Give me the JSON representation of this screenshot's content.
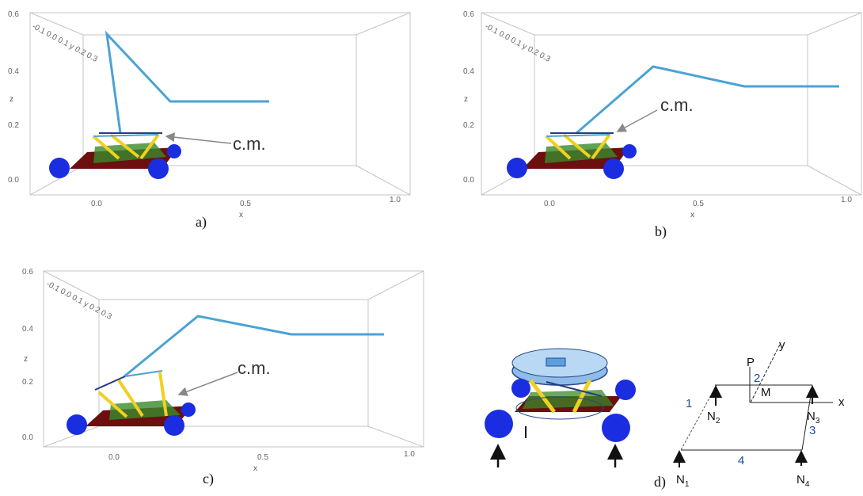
{
  "panels": [
    {
      "id": "a",
      "caption": "a)",
      "z_ticks": [
        "0.6",
        "0.4",
        "0.2",
        "0.0"
      ],
      "x_ticks": [
        "0.0",
        "0.5",
        "1.0"
      ],
      "x_axis_label": "x",
      "z_axis_label": "z",
      "y_ticks_label": "-0.1 0.0 0.1 y 0.2 0.3",
      "cm_label": "c.m."
    },
    {
      "id": "b",
      "caption": "b)",
      "z_ticks": [
        "0.6",
        "0.4",
        "0.2",
        "0.0"
      ],
      "x_ticks": [
        "0.0",
        "0.5",
        "1.0"
      ],
      "x_axis_label": "x",
      "z_axis_label": "z",
      "y_ticks_label": "-0.1 0.0 0.1 y 0.2 0.3",
      "cm_label": "c.m."
    },
    {
      "id": "c",
      "caption": "c)",
      "z_ticks": [
        "0.6",
        "0.4",
        "0.2",
        "0.0"
      ],
      "x_ticks": [
        "0.0",
        "0.5",
        "1.0"
      ],
      "x_axis_label": "x",
      "z_axis_label": "z",
      "y_ticks_label": "-0.1 0.0 0.1 y 0.2 0.3",
      "cm_label": "c.m."
    }
  ],
  "panel_d": {
    "caption": "d)",
    "labels": {
      "P": "P",
      "y": "y",
      "x": "x",
      "M": "M",
      "edge1": "1",
      "edge2": "2",
      "edge3": "3",
      "edge4": "4"
    },
    "forces": [
      {
        "letter": "N",
        "sub": "1"
      },
      {
        "letter": "N",
        "sub": "2"
      },
      {
        "letter": "N",
        "sub": "3"
      },
      {
        "letter": "N",
        "sub": "4"
      }
    ]
  },
  "colors": {
    "trajectory": "#4aa3d4",
    "wheel": "#1a2de0",
    "chassis": "#6b0f0f",
    "leg": "#f0d020",
    "box": "#b8b8b8",
    "edge_number": "#1f4e9a"
  }
}
